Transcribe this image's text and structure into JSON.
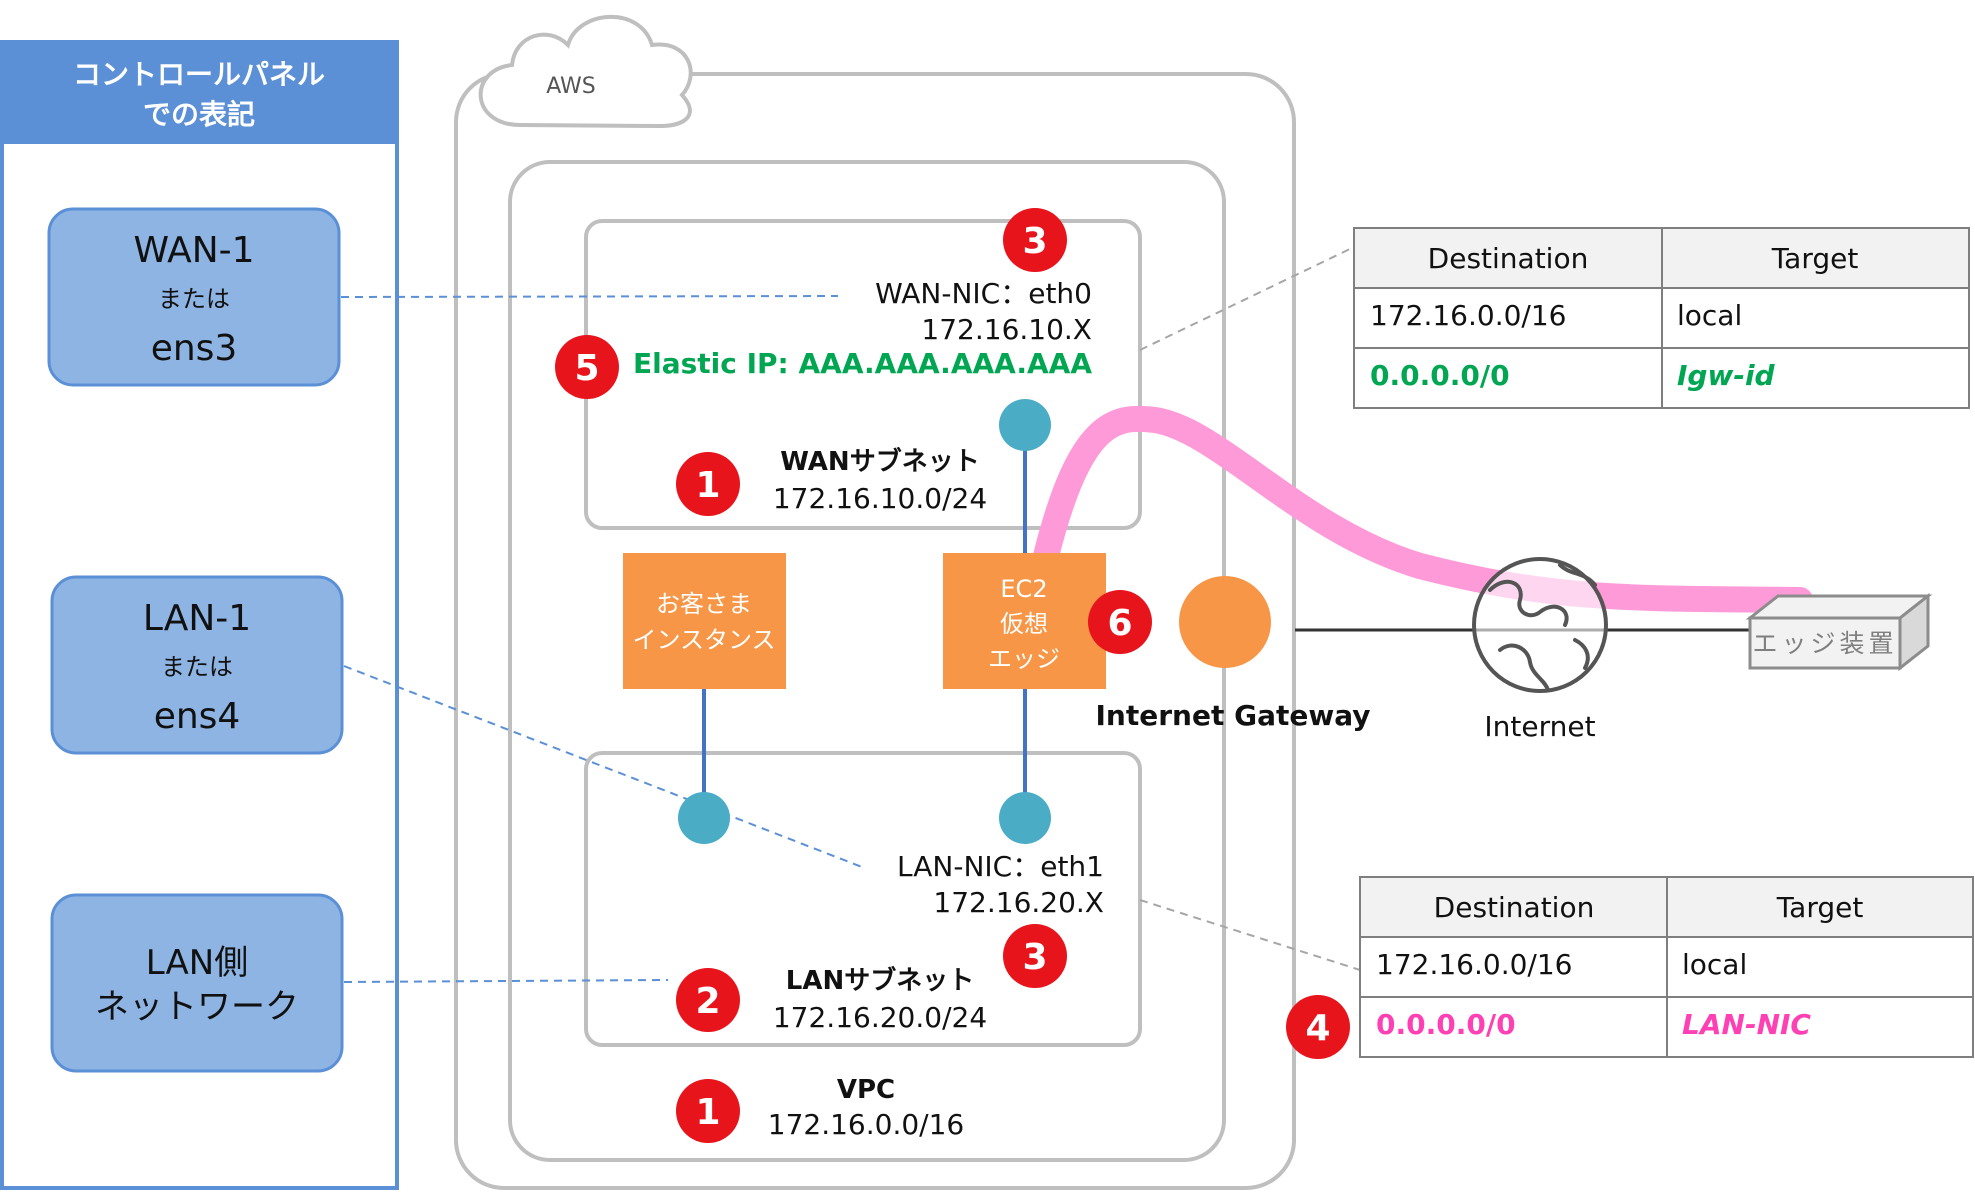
{
  "panel": {
    "title_line1": "コントロールパネル",
    "title_line2": "での表記"
  },
  "panel_items": {
    "wan": {
      "name": "WAN-1",
      "or": "または",
      "alt": "ens3"
    },
    "lan": {
      "name": "LAN-1",
      "or": "または",
      "alt": "ens4"
    },
    "lan_side": {
      "line1": "LAN側",
      "line2": "ネットワーク"
    }
  },
  "cloud": {
    "label": "AWS"
  },
  "vpc": {
    "label": "VPC",
    "cidr": "172.16.0.0/16",
    "badge": "1"
  },
  "wan_subnet": {
    "label": "WANサブネット",
    "cidr": "172.16.10.0/24",
    "badge": "1",
    "nic_label": "WAN-NIC：eth0",
    "nic_ip": "172.16.10.X",
    "nic_badge": "3",
    "elastic_ip": "Elastic IP: AAA.AAA.AAA.AAA",
    "elastic_badge": "5"
  },
  "lan_subnet": {
    "label": "LANサブネット",
    "cidr": "172.16.20.0/24",
    "badge": "2",
    "nic_label": "LAN-NIC：eth1",
    "nic_ip": "172.16.20.X",
    "nic_badge": "3"
  },
  "customer_instance": {
    "line1": "お客さま",
    "line2": "インスタンス"
  },
  "ec2_edge": {
    "line1": "EC2",
    "line2": "仮想",
    "line3": "エッジ",
    "badge": "6"
  },
  "igw": {
    "label": "Internet Gateway"
  },
  "internet": {
    "label": "Internet"
  },
  "edge_device": {
    "label": "エッジ装置"
  },
  "route_table_wan": {
    "headers": [
      "Destination",
      "Target"
    ],
    "rows": [
      {
        "dest": "172.16.0.0/16",
        "target": "local"
      },
      {
        "dest": "0.0.0.0/0",
        "target": "Igw-id"
      }
    ]
  },
  "route_table_lan": {
    "badge": "4",
    "headers": [
      "Destination",
      "Target"
    ],
    "rows": [
      {
        "dest": "172.16.0.0/16",
        "target": "local"
      },
      {
        "dest": "0.0.0.0/0",
        "target": "LAN-NIC"
      }
    ]
  },
  "colors": {
    "panel_blue": "#5b8fd6",
    "panel_item_fill": "#8eb4e3",
    "orange": "#f79646",
    "badge_red": "#e8141c",
    "green": "#00a651",
    "magenta": "#ff3fb4",
    "pink_path": "#ff9ad9",
    "nic_teal": "#4bacc6"
  }
}
